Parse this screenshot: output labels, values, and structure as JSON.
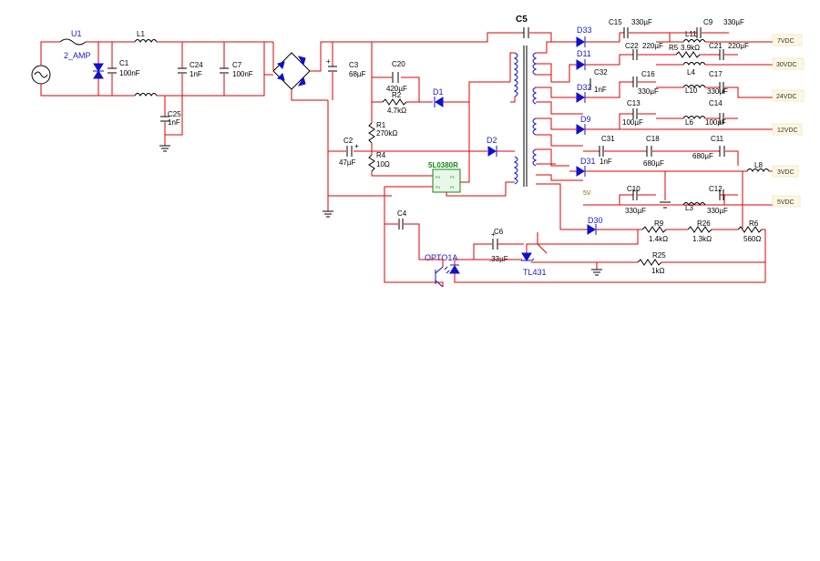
{
  "components": {
    "u1": "U1",
    "u1_val": "2_AMP",
    "l1": "L1",
    "c1": "C1",
    "c1_val": "100nF",
    "c24": "C24",
    "c24_val": "1nF",
    "c7": "C7",
    "c7_val": "100nF",
    "c25": "C25",
    "c25_val": "1nF",
    "c3": "C3",
    "c3_val": "68µF",
    "c20": "C20",
    "c20_val": "420µF",
    "r2": "R2",
    "r2_val": "4.7kΩ",
    "d1": "D1",
    "r1": "R1",
    "r1_val": "270kΩ",
    "c2": "C2",
    "c2_val": "47µF",
    "r4": "R4",
    "r4_val": "10Ω",
    "d2": "D2",
    "ic": "5L0380R",
    "c4": "C4",
    "opto": "OPTO1A",
    "c6": "C6",
    "c6_val": ".33µF",
    "tl431": "TL431",
    "c5": "C5",
    "d33": "D33",
    "c15": "C15",
    "c15_val": "330µF",
    "c9": "C9",
    "c9_val": "330µF",
    "l11": "L11",
    "d11": "D11",
    "c22": "C22",
    "c22_val": "220µF",
    "r5": "R5",
    "r5_val": "3.9kΩ",
    "c21": "C21",
    "c21_val": "220µF",
    "l4": "L4",
    "d32": "D32",
    "c32": "C32",
    "c32_val": "1nF",
    "c16": "C16",
    "c16_val": "330µF",
    "c17": "C17",
    "c17_val": "330µF",
    "l10": "L10",
    "d9": "D9",
    "c13": "C13",
    "c13_val": "100µF",
    "c14": "C14",
    "c14_val": "100µF",
    "l6": "L6",
    "c31": "C31",
    "c31_val": "1nF",
    "c18": "C18",
    "c18_val": "680µF",
    "c11": "C11",
    "c11_val": "680µF",
    "d31": "D31",
    "l8": "L8",
    "v5": "5V",
    "c10": "C10",
    "c10_val": "330µF",
    "c12": "C12",
    "c12_val": "330µF",
    "l3": "L3",
    "d30": "D30",
    "r9": "R9",
    "r9_val": "1.4kΩ",
    "r26": "R26",
    "r26_val": "1.3kΩ",
    "r6": "R6",
    "r6_val": "560Ω",
    "r25": "R25",
    "r25_val": "1kΩ"
  },
  "outputs": {
    "v7": "7VDC",
    "v30": "30VDC",
    "v24": "24VDC",
    "v12": "12VDC",
    "v3": "3VDC",
    "v5": "5VDC"
  },
  "colors": {
    "wire": "#e00000",
    "label_blue": "#1a1ad0",
    "ic_green": "#118811"
  }
}
